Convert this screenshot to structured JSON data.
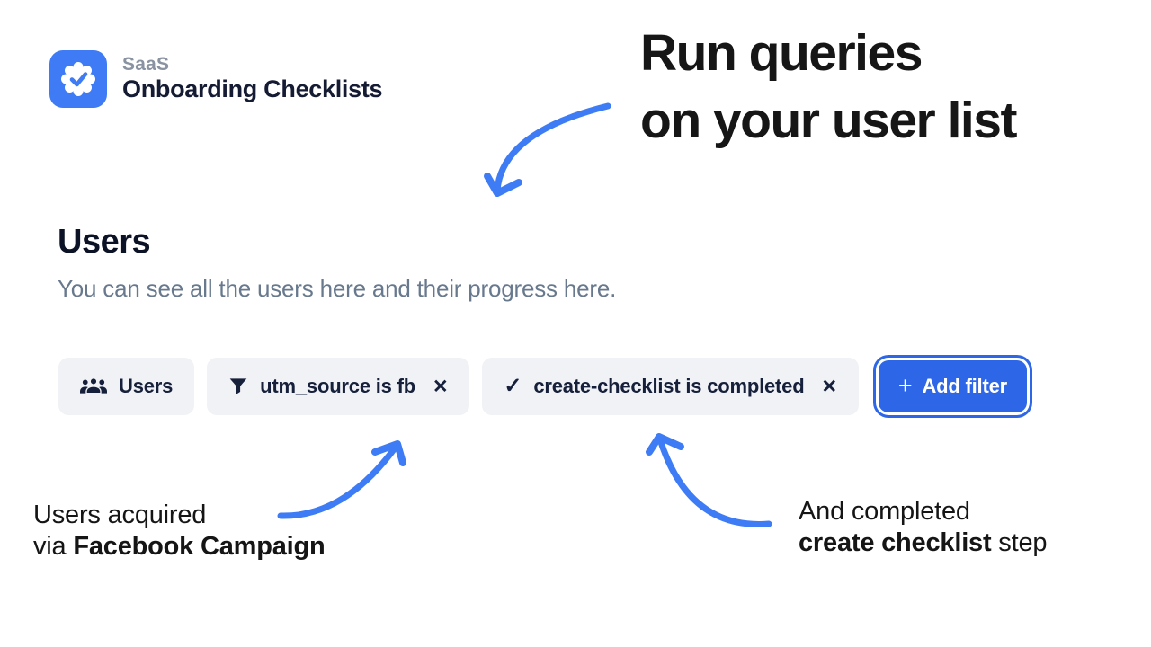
{
  "colors": {
    "accent_blue": "#3e7cf5",
    "button_blue": "#2d67e8",
    "chip_background": "#f0f2f6",
    "text_dark_navy": "#16203a",
    "text_gray": "#68798e",
    "heading_black": "#161616",
    "background": "#ffffff"
  },
  "brand": {
    "logo_icon": "verified-badge-icon",
    "name_top": "SaaS",
    "name_bottom": "Onboarding Checklists"
  },
  "headline": {
    "line1": "Run queries",
    "line2": "on your user list"
  },
  "users_section": {
    "title": "Users",
    "subtitle": "You can see all the users here and their progress here."
  },
  "filter_bar": {
    "scope_chip": {
      "icon": "users-group-icon",
      "label": "Users"
    },
    "filters": [
      {
        "icon": "funnel-icon",
        "label": "utm_source is fb",
        "close_icon": "✕"
      },
      {
        "icon": "check-icon",
        "check_glyph": "✓",
        "label": "create-checklist is completed",
        "close_icon": "✕"
      }
    ],
    "add_filter": {
      "plus_icon": "+",
      "label": "Add filter"
    }
  },
  "annotations": {
    "left": {
      "line1": "Users acquired",
      "line2_regular": "via ",
      "line2_bold": "Facebook Campaign"
    },
    "right": {
      "line1": "And completed",
      "line2_bold": "create checklist",
      "line2_regular": " step"
    }
  }
}
